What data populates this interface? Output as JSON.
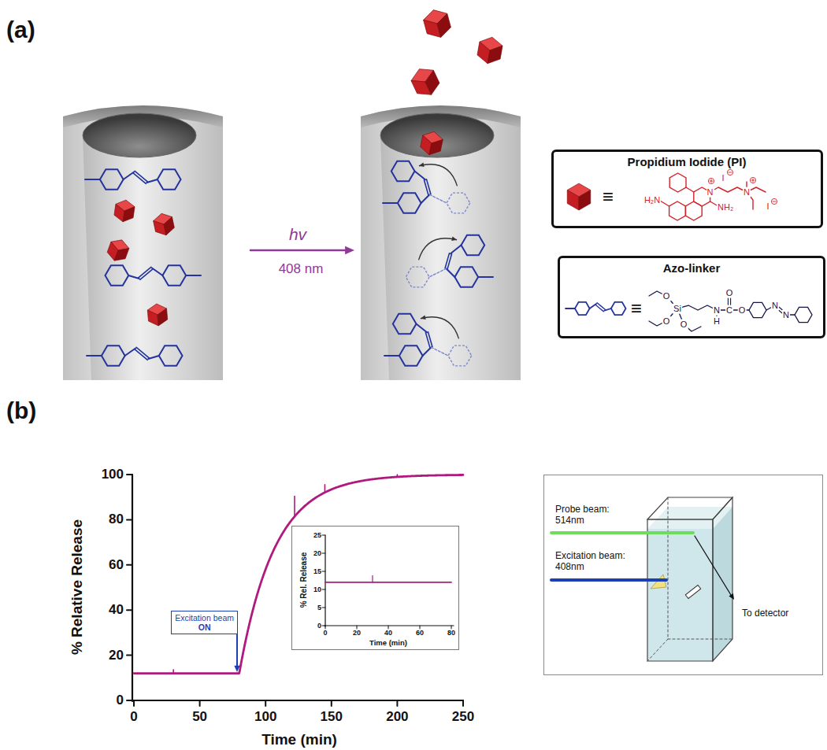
{
  "diagram": {
    "nodes": [
      {
        "text": [
          "Propidium Iodide (PI)",
          "≡",
          "N",
          "I",
          "N",
          "I",
          "H₂N",
          "NH₂"
        ]
      },
      {
        "text": [
          "Azo-linker",
          "≡",
          "O",
          "Si",
          "O",
          "O",
          "N",
          "H",
          "C",
          "O",
          "O",
          "N",
          "N"
        ]
      },
      {
        "text": [
          "Excitation beam",
          "ON"
        ]
      },
      {
        "text": [
          "25",
          "20",
          "15",
          "10",
          "5",
          "0",
          "0",
          "20",
          "40",
          "60",
          "80",
          "% Rel. Release",
          "Time (min)"
        ]
      },
      {
        "text": [
          "Probe beam: 514nm",
          "Excitation beam: 408nm",
          "To detector"
        ]
      }
    ],
    "labels": [
      "(a)",
      "hv",
      "408 nm",
      "(b)",
      "100",
      "80",
      "60",
      "40",
      "20",
      "0",
      "0",
      "50",
      "100",
      "150",
      "200",
      "250",
      "% Relative Release",
      "Time (min)"
    ]
  }
}
